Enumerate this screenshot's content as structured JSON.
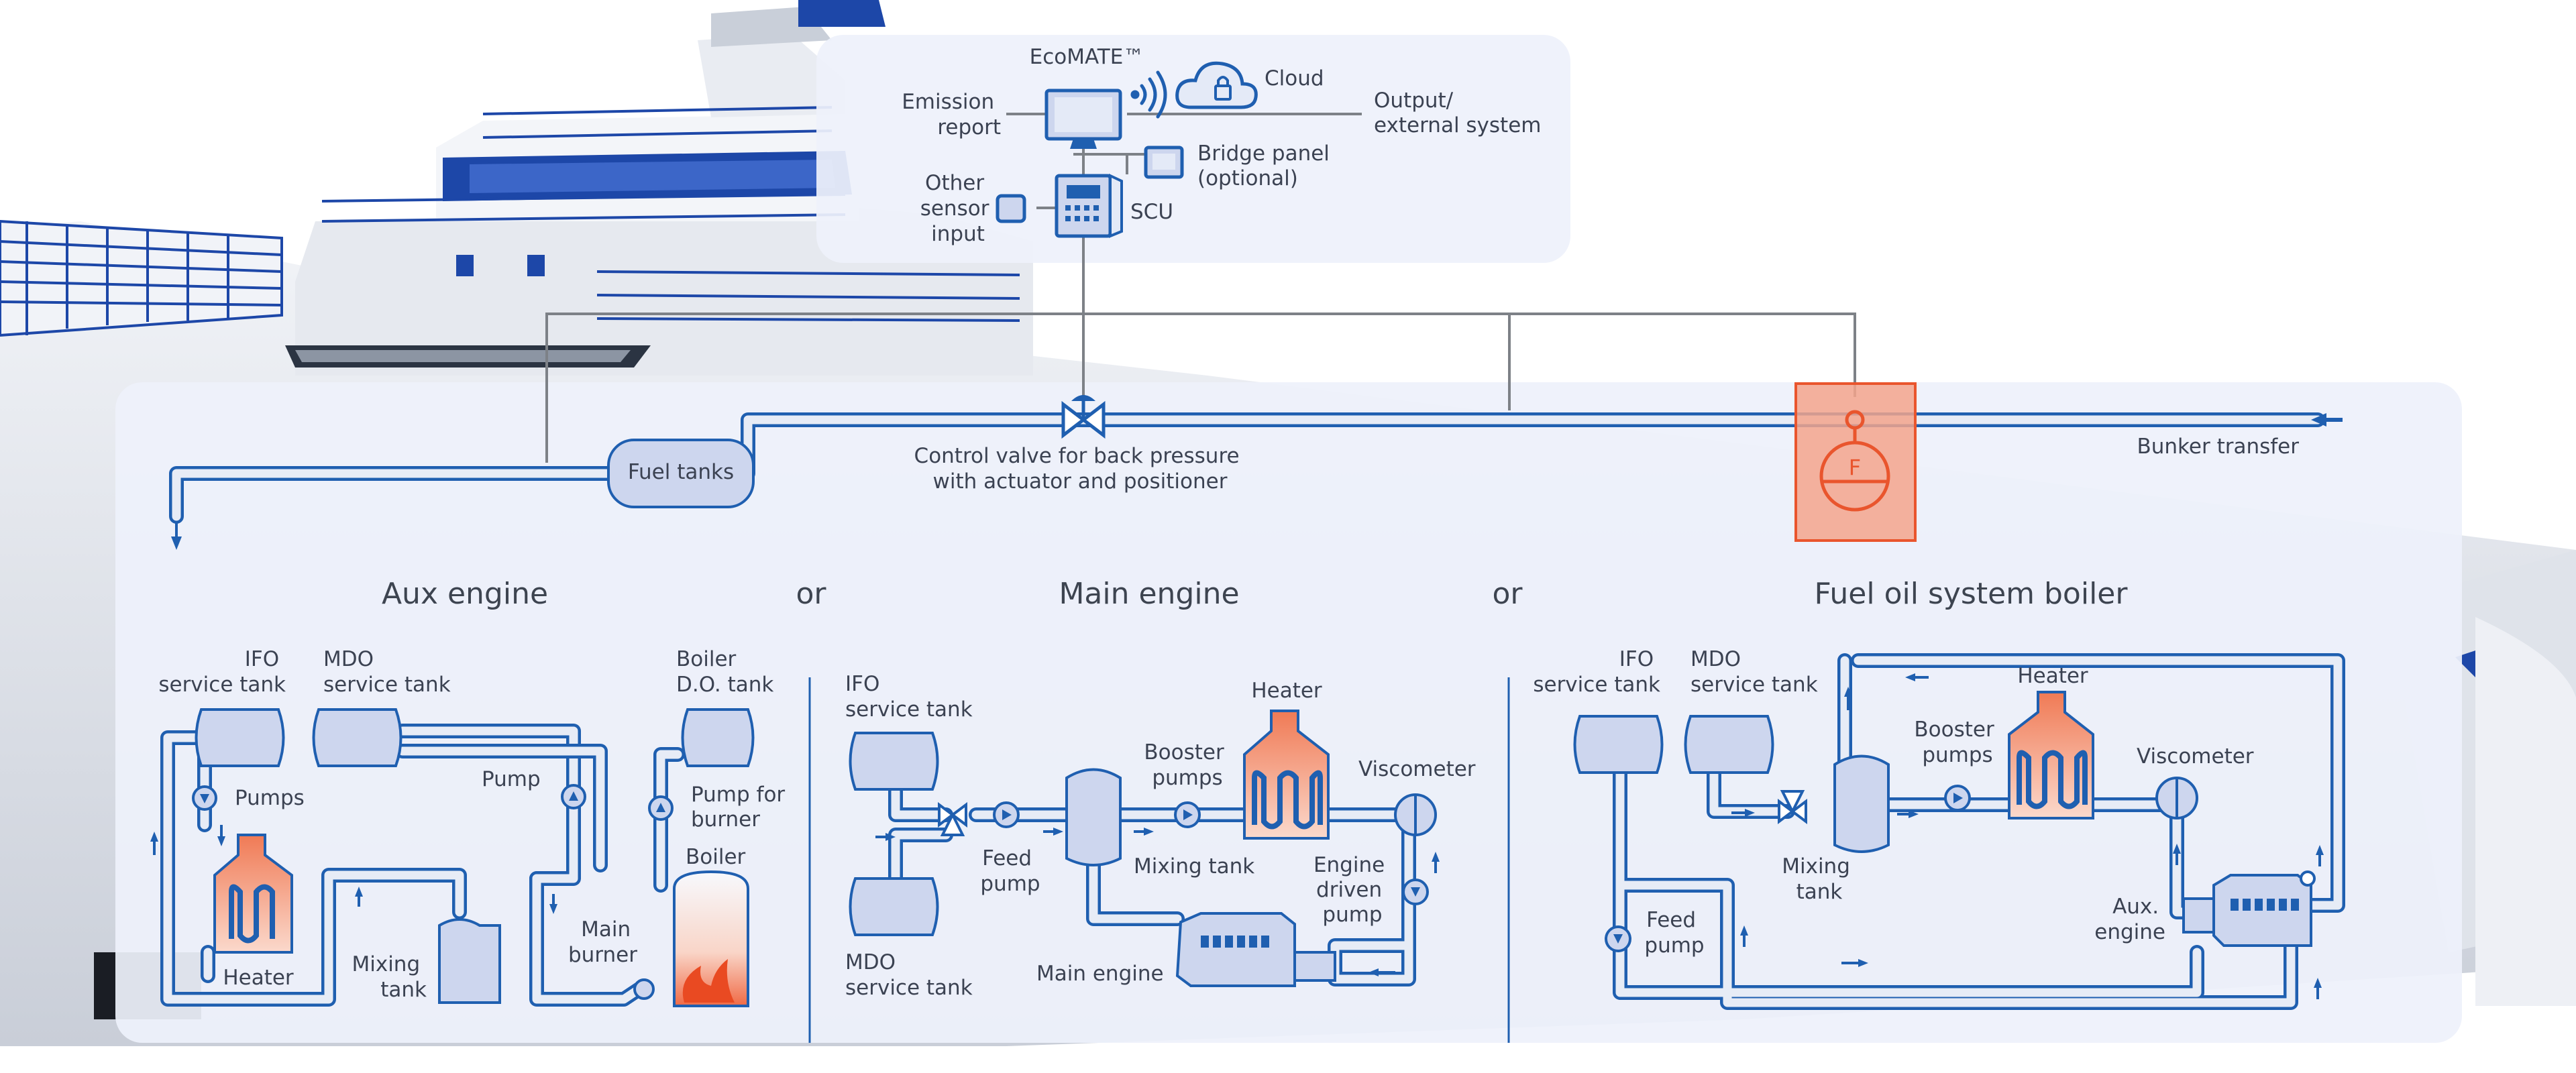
{
  "colors": {
    "pipe": "#1f5fb0",
    "pipe_fill": "#e7ecf6",
    "tank_fill": "#cdd6ee",
    "heater_fill": "#ef8a6d",
    "flowmeter": "#e9552d",
    "panel": "#eef1fb",
    "text": "#3b4252",
    "ship_blue": "#1d47a8"
  },
  "control": {
    "ecomate": "EcoMATE™",
    "cloud": "Cloud",
    "emission_report": [
      "Emission",
      "report"
    ],
    "output": [
      "Output/",
      "external system"
    ],
    "bridge_panel": [
      "Bridge panel",
      "(optional)"
    ],
    "other_sensor": [
      "Other",
      "sensor",
      "input"
    ],
    "scu": "SCU",
    "icons": [
      "monitor-icon",
      "wireless-icon",
      "cloud-lock-icon",
      "bridge-panel-icon",
      "sensor-icon",
      "scu-cabinet-icon"
    ]
  },
  "main_line": {
    "fuel_tanks": "Fuel tanks",
    "control_valve": [
      "Control valve for back pressure",
      "with actuator and positioner"
    ],
    "bunker_transfer": "Bunker transfer",
    "flowmeter_symbol": "F"
  },
  "sections": {
    "aux": {
      "title": "Aux engine",
      "ifo": [
        "IFO",
        "service tank"
      ],
      "mdo": [
        "MDO",
        "service tank"
      ],
      "boiler_do": [
        "Boiler",
        "D.O. tank"
      ],
      "pumps": "Pumps",
      "pump": "Pump",
      "pump_burner": [
        "Pump for",
        "burner"
      ],
      "boiler": "Boiler",
      "heater": "Heater",
      "mixing": [
        "Mixing",
        "tank"
      ],
      "main_burner": [
        "Main",
        "burner"
      ]
    },
    "or1": "or",
    "main": {
      "title": "Main engine",
      "ifo": [
        "IFO",
        "service tank"
      ],
      "mdo": [
        "MDO",
        "service tank"
      ],
      "feed": [
        "Feed",
        "pump"
      ],
      "booster": [
        "Booster",
        "pumps"
      ],
      "heater": "Heater",
      "viscometer": "Viscometer",
      "mixing": "Mixing tank",
      "engine_driven": [
        "Engine",
        "driven",
        "pump"
      ],
      "main_engine": "Main engine"
    },
    "or2": "or",
    "boiler": {
      "title": "Fuel oil system boiler",
      "ifo": [
        "IFO",
        "service tank"
      ],
      "mdo": [
        "MDO",
        "service tank"
      ],
      "heater": "Heater",
      "booster": [
        "Booster",
        "pumps"
      ],
      "viscometer": "Viscometer",
      "mixing": [
        "Mixing",
        "tank"
      ],
      "feed": [
        "Feed",
        "pump"
      ],
      "aux_engine": [
        "Aux.",
        "engine"
      ]
    }
  }
}
